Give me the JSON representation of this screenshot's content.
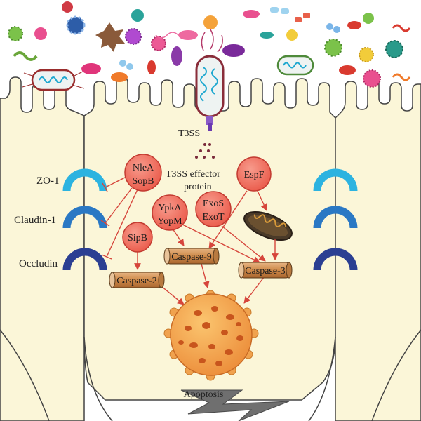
{
  "diagram": {
    "labels": {
      "t3ss": "T3SS",
      "effector_line1": "T3SS effector",
      "effector_line2": "protein",
      "apoptosis": "Apoptosis"
    },
    "junctions": [
      {
        "label": "ZO-1",
        "color": "#2cb3e0"
      },
      {
        "label": "Claudin-1",
        "color": "#2a78c4"
      },
      {
        "label": "Occludin",
        "color": "#2b3f92"
      }
    ],
    "effectors": {
      "nlea_sopb": [
        "NleA",
        "SopB"
      ],
      "espf": [
        "EspF"
      ],
      "ypka_yopm": [
        "YpkA",
        "YopM"
      ],
      "exos_exot": [
        "ExoS",
        "ExoT"
      ],
      "sipb": [
        "SipB"
      ]
    },
    "caspases": {
      "casp9": "Caspase-9",
      "casp3": "Caspase-3",
      "casp2": "Caspase-2"
    },
    "colors": {
      "cell_fill": "#fbf6d8",
      "cell_stroke": "#444444",
      "effector_fill": "#f0705f",
      "effector_stroke": "#c23a30",
      "arrow": "#d6453b",
      "caspase_fill": "#d79a5c",
      "apoptotic_body": "#f0a24e",
      "apoptotic_spots": "#c8551d",
      "bolt": "#6f6f6f"
    }
  }
}
